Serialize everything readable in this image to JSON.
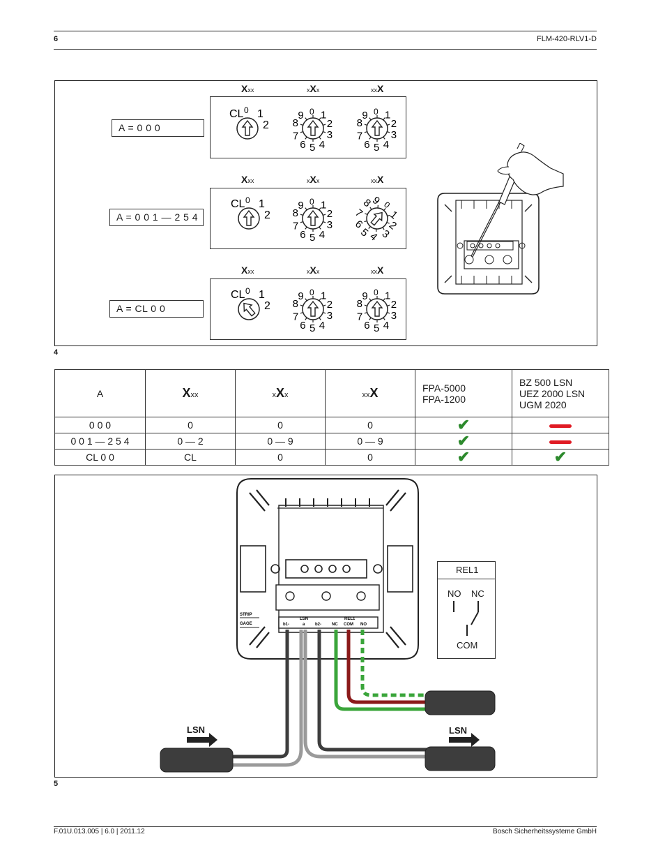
{
  "header": {
    "page_number": "6",
    "doc_title": "FLM-420-RLV1-D"
  },
  "figure4": {
    "number": "4",
    "rows": [
      {
        "label": "A = 0 0 0",
        "heads": [
          "X",
          "xx",
          "x",
          "X",
          "x",
          "xx",
          "X"
        ],
        "dials": [
          "CL0",
          "0",
          "0"
        ]
      },
      {
        "label": "A = 0 0 1 — 2 5 4",
        "heads": [
          "X",
          "xx",
          "x",
          "X",
          "x",
          "xx",
          "X"
        ],
        "dials": [
          "CL0",
          "0",
          "1"
        ]
      },
      {
        "label": "A = CL 0 0",
        "heads": [
          "X",
          "xx",
          "x",
          "X",
          "x",
          "xx",
          "X"
        ],
        "dials": [
          "CL",
          "0",
          "0"
        ]
      }
    ],
    "dial_left_labels": [
      "CL",
      "0",
      "1",
      "2"
    ],
    "dial_digit_labels": [
      "9",
      "0",
      "1",
      "2",
      "3",
      "4",
      "5",
      "6",
      "7",
      "8"
    ]
  },
  "table": {
    "head": {
      "a": "A",
      "c1_big": "X",
      "c1_small": "xx",
      "c2_pre": "x",
      "c2_big": "X",
      "c2_post": "x",
      "c3_small": "xx",
      "c3_big": "X",
      "c4_lines": [
        "FPA-5000",
        "FPA-1200"
      ],
      "c5_lines": [
        "BZ 500 LSN",
        "UEZ 2000 LSN",
        "UGM 2020"
      ]
    },
    "rows": [
      {
        "a": "0 0 0",
        "c1": "0",
        "c2": "0",
        "c3": "0",
        "fpa": "check",
        "bz": "bar"
      },
      {
        "a": "0 0 1 — 2 5 4",
        "c1": "0 — 2",
        "c2": "0 — 9",
        "c3": "0 — 9",
        "fpa": "check",
        "bz": "bar"
      },
      {
        "a": "CL 0 0",
        "c1": "CL",
        "c2": "0",
        "c3": "0",
        "fpa": "check",
        "bz": "check"
      }
    ],
    "check_glyph": "✔",
    "colors": {
      "check": "#2d8a2d",
      "bar": "#e01b24"
    }
  },
  "figure5": {
    "number": "5",
    "relay": {
      "title": "REL1",
      "no": "NO",
      "nc": "NC",
      "com": "COM"
    },
    "lsn_left": "LSN",
    "lsn_right": "LSN",
    "terminal_labels": [
      "b1-",
      "a",
      "b2-",
      "NC",
      "COM",
      "NO"
    ],
    "terminal_group_lsn": "LSN",
    "terminal_group_rel": "REL1",
    "strip_label": "STRIP",
    "gage_label": "GAGE",
    "wire_colors": {
      "dark": "#3d3d3d",
      "grey": "#9a9a9a",
      "green": "#3aa53a",
      "red": "#8b1a1a"
    }
  },
  "footer": {
    "left": "F.01U.013.005 | 6.0 | 2011.12",
    "right": "Bosch Sicherheitssysteme GmbH"
  }
}
